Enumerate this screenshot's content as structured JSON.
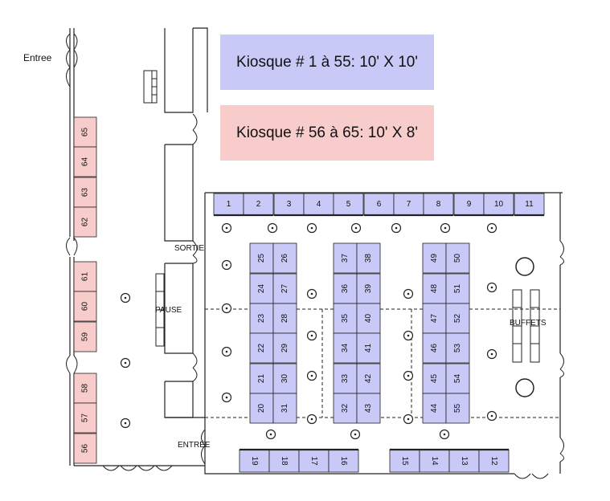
{
  "legend": {
    "standard": "Kiosque # 1 à 55: 10' X 10'",
    "small": "Kiosque # 56 à 65: 10' X 8'"
  },
  "labels": {
    "entree_top": "Entree",
    "sortie": "SORTIE",
    "pause": "PAUSE",
    "buffets": "BUFFETS",
    "entree_bottom": "ENTRÉE"
  },
  "colors": {
    "standard_booth": "#c9c9f8",
    "small_booth": "#f9cccc",
    "outline": "#222222"
  },
  "booths": {
    "top_row": [
      "1",
      "2",
      "3",
      "4",
      "5",
      "6",
      "7",
      "8",
      "9",
      "10",
      "11"
    ],
    "block1_left": [
      "25",
      "24",
      "23",
      "22",
      "21",
      "20"
    ],
    "block1_right": [
      "26",
      "27",
      "28",
      "29",
      "30",
      "31"
    ],
    "block2_left": [
      "37",
      "36",
      "35",
      "34",
      "33",
      "32"
    ],
    "block2_right": [
      "38",
      "39",
      "40",
      "41",
      "42",
      "43"
    ],
    "block3_left": [
      "49",
      "48",
      "47",
      "46",
      "45",
      "44"
    ],
    "block3_right": [
      "50",
      "51",
      "52",
      "53",
      "54",
      "55"
    ],
    "bottom_left": [
      "19",
      "18",
      "17",
      "16"
    ],
    "bottom_right": [
      "15",
      "14",
      "13",
      "12"
    ],
    "west_upper": [
      "65",
      "64",
      "63",
      "62"
    ],
    "west_middle": [
      "61",
      "60",
      "59"
    ],
    "west_lower": [
      "58",
      "57",
      "56"
    ]
  }
}
